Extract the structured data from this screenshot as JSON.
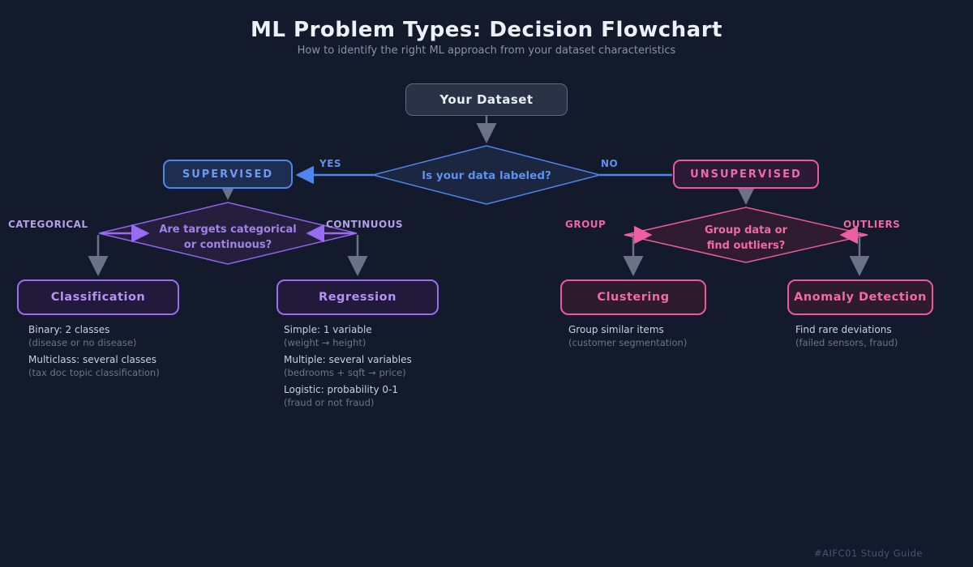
{
  "header": {
    "title": "ML Problem Types: Decision Flowchart",
    "subtitle": "How to identify the right ML approach from your dataset characteristics"
  },
  "nodes": {
    "root": {
      "label": "Your Dataset"
    },
    "decision_labeled": {
      "question": "Is your data labeled?",
      "yes_label": "YES",
      "no_label": "NO"
    },
    "supervised": {
      "label": "SUPERVISED"
    },
    "unsupervised": {
      "label": "UNSUPERVISED"
    },
    "decision_targets": {
      "question_line1": "Are targets categorical",
      "question_line2": "or continuous?",
      "left_label": "CATEGORICAL",
      "right_label": "CONTINUOUS"
    },
    "decision_group": {
      "question_line1": "Group data or",
      "question_line2": "find outliers?",
      "left_label": "GROUP",
      "right_label": "OUTLIERS"
    },
    "classification": {
      "label": "Classification",
      "notes": [
        {
          "main": "Binary: 2 classes",
          "example": "(disease or no disease)"
        },
        {
          "main": "Multiclass: several classes",
          "example": "(tax doc topic classification)"
        }
      ]
    },
    "regression": {
      "label": "Regression",
      "notes": [
        {
          "main": "Simple: 1 variable",
          "example": "(weight → height)"
        },
        {
          "main": "Multiple: several variables",
          "example": "(bedrooms + sqft → price)"
        },
        {
          "main": "Logistic: probability 0-1",
          "example": "(fraud or not fraud)"
        }
      ]
    },
    "clustering": {
      "label": "Clustering",
      "notes": [
        {
          "main": "Group similar items",
          "example": "(customer segmentation)"
        }
      ]
    },
    "anomaly": {
      "label": "Anomaly Detection",
      "notes": [
        {
          "main": "Find rare deviations",
          "example": "(failed sensors, fraud)"
        }
      ]
    }
  },
  "footer": {
    "tag": "#AIFC01 Study Guide"
  },
  "colors": {
    "background": "#131a2b",
    "blue": "#4f86ec",
    "purple": "#9a6cf4",
    "pink": "#ee5fa0",
    "connector_gray": "#6a7385",
    "text_primary": "#e9edf3",
    "text_muted": "#8a93a6",
    "note_main": "#c9d1dc",
    "note_example": "#6d7585"
  }
}
